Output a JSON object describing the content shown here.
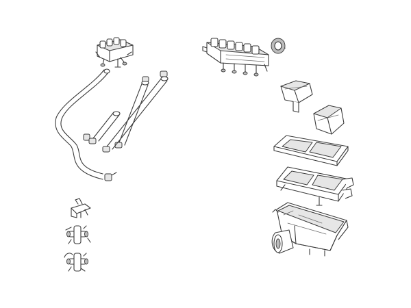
{
  "diagram": {
    "type": "exploded-parts-view",
    "line_color": "#3a3a3a",
    "background": "#ffffff",
    "parts": [
      {
        "id": "valve-block-small",
        "kind": "manifold"
      },
      {
        "id": "valve-block-large",
        "kind": "manifold"
      },
      {
        "id": "ring-nut",
        "kind": "nut"
      },
      {
        "id": "hose-long",
        "kind": "hose"
      },
      {
        "id": "hose-short-a",
        "kind": "hose"
      },
      {
        "id": "hose-short-b",
        "kind": "hose"
      },
      {
        "id": "hose-short-c",
        "kind": "hose"
      },
      {
        "id": "funnel",
        "kind": "cup"
      },
      {
        "id": "small-cup",
        "kind": "cup"
      },
      {
        "id": "tray-cover",
        "kind": "tray"
      },
      {
        "id": "tray-frame",
        "kind": "tray"
      },
      {
        "id": "dispenser-housing",
        "kind": "housing"
      },
      {
        "id": "bracket-clip",
        "kind": "fitting"
      },
      {
        "id": "cross-connector-a",
        "kind": "fitting"
      },
      {
        "id": "cross-connector-b",
        "kind": "fitting"
      }
    ]
  }
}
